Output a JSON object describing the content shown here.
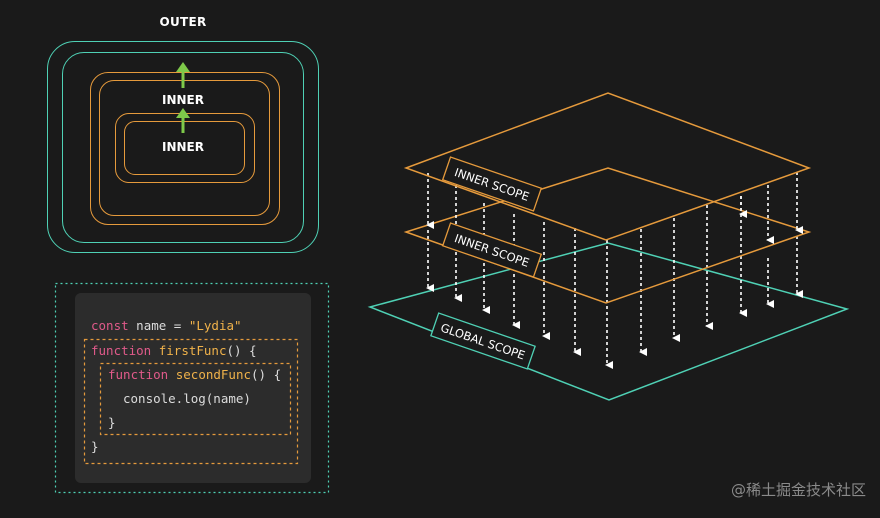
{
  "nested_diagram": {
    "outer_label": "OUTER",
    "inner_label_1": "INNER",
    "inner_label_2": "INNER"
  },
  "code": {
    "line1": {
      "keyword": "const",
      "rest": " name = ",
      "string": "\"Lydia\""
    },
    "line2": {
      "keyword": "function",
      "name": "firstFunc",
      "rest": "() {"
    },
    "line3": {
      "keyword": "function",
      "name": "secondFunc",
      "rest": "() {"
    },
    "line4": {
      "text": "console.log(name)"
    },
    "line5": {
      "text": "}"
    },
    "line6": {
      "text": "}"
    }
  },
  "scope_diagram": {
    "top_label": "INNER SCOPE",
    "middle_label": "INNER SCOPE",
    "bottom_label": "GLOBAL SCOPE"
  },
  "colors": {
    "teal": "#4fd1b5",
    "orange": "#e59a3c",
    "arrow_green": "#7ec94a",
    "background": "#1a1a1a"
  },
  "watermark": "@稀土掘金技术社区"
}
